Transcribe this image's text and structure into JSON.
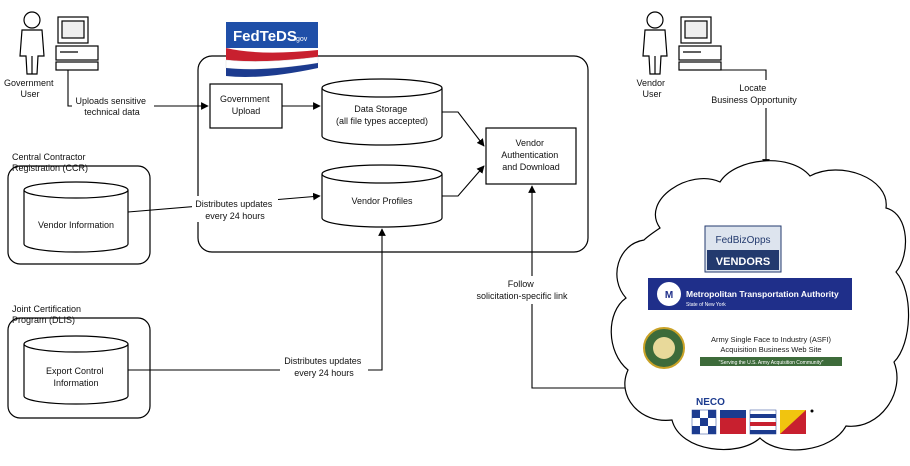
{
  "actors": {
    "government_user": [
      "Government",
      "User"
    ],
    "vendor_user": [
      "Vendor",
      "User"
    ]
  },
  "fedteds": {
    "logo_text": "FedTeDS",
    "logo_suffix": ".gov",
    "government_upload": [
      "Government",
      "Upload"
    ],
    "data_storage": [
      "Data Storage",
      "(all file types accepted)"
    ],
    "vendor_profiles": "Vendor Profiles",
    "vendor_auth": [
      "Vendor",
      "Authentication",
      "and Download"
    ]
  },
  "ccr": {
    "title": [
      "Central Contractor",
      "Registration (CCR)"
    ],
    "db_label": "Vendor Information"
  },
  "jcp": {
    "title": [
      "Joint Certification",
      "Program (DLIS)"
    ],
    "db_label": [
      "Export Control",
      "Information"
    ]
  },
  "connectors": {
    "uploads": [
      "Uploads sensitive",
      "technical data"
    ],
    "ccr_updates": [
      "Distributes updates",
      "every 24 hours"
    ],
    "jcp_updates": [
      "Distributes updates",
      "every 24 hours"
    ],
    "locate": [
      "Locate",
      "Business Opportunity"
    ],
    "follow": [
      "Follow",
      "solicitation-specific link"
    ]
  },
  "cloud_logos": {
    "fbo_top": "FedBizOpps",
    "fbo_bottom": "VENDORS",
    "mta_main": "Metropolitan Transportation Authority",
    "mta_sub": "State of New York",
    "army": [
      "Army Single Face to Industry (ASFI)",
      "Acquisition Business Web Site"
    ],
    "army_motto": "\"Serving the U.S. Army Acquisition Community\"",
    "neco": "NECO"
  },
  "colors": {
    "mta_blue": "#1f2f8a",
    "fbo_dark": "#233a6e",
    "army_green": "#3d6b3a",
    "flag_red": "#c8202f",
    "flag_blue": "#1c3b8f",
    "flag_yellow": "#f1c40f"
  }
}
